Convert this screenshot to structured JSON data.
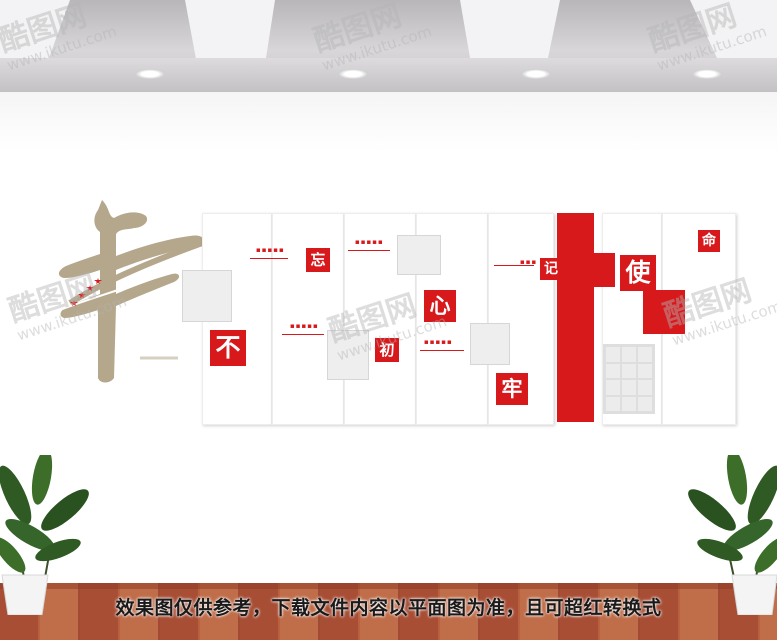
{
  "wall_text": {
    "chars": [
      "不",
      "忘",
      "初",
      "心",
      "牢",
      "记",
      "使",
      "命"
    ]
  },
  "footer_note": "效果图仅供参考，下载文件内容以平面图为准，且可超红转换式",
  "watermark": {
    "brand": "酷图网",
    "url": "www.ikutu.com"
  },
  "colors": {
    "accent_red": "#d7191c",
    "logo_gold": "#b4a78c",
    "panel_gray": "#eeeeee"
  }
}
